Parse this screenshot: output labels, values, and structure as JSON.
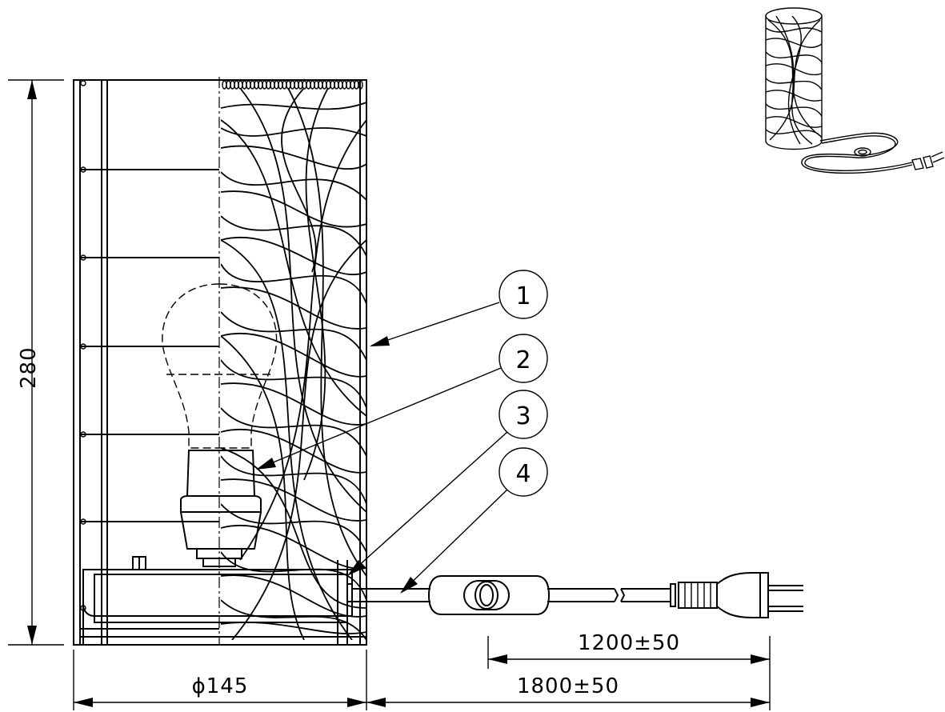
{
  "dimensions": {
    "height": "280",
    "diameter": "ϕ145",
    "cord_to_switch": "1200±50",
    "cord_total": "1800±50"
  },
  "callouts": [
    "1",
    "2",
    "3",
    "4"
  ]
}
